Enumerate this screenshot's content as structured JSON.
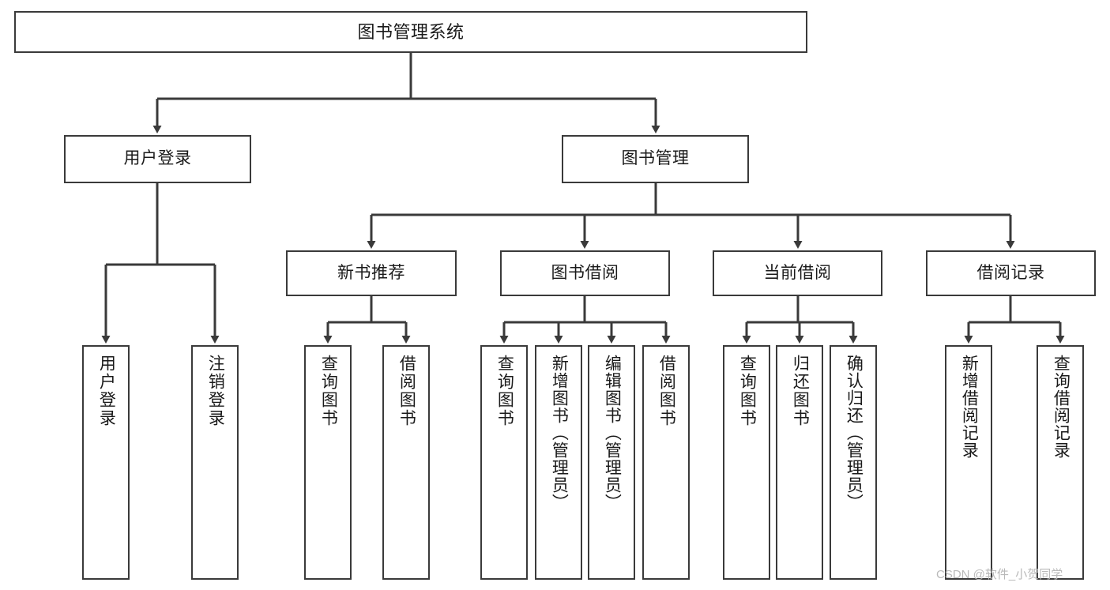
{
  "diagram": {
    "title": "图书管理系统",
    "type": "tree",
    "orientation": "top-down",
    "line_color": "#3a3a3a",
    "box_fill": "#ffffff",
    "text_color": "#1a1a1a"
  },
  "root": {
    "label": "图书管理系统"
  },
  "level2": [
    {
      "label": "用户登录"
    },
    {
      "label": "图书管理"
    }
  ],
  "level3": [
    {
      "label": "新书推荐"
    },
    {
      "label": "图书借阅"
    },
    {
      "label": "当前借阅"
    },
    {
      "label": "借阅记录"
    }
  ],
  "leaves": {
    "user_login": [
      {
        "label": "用户登录"
      },
      {
        "label": "注销登录"
      }
    ],
    "new_book_recommend": [
      {
        "label": "查询图书"
      },
      {
        "label": "借阅图书"
      }
    ],
    "book_borrow": [
      {
        "label": "查询图书"
      },
      {
        "label": "新增图书（管理员）"
      },
      {
        "label": "编辑图书（管理员）"
      },
      {
        "label": "借阅图书"
      }
    ],
    "current_borrow": [
      {
        "label": "查询图书"
      },
      {
        "label": "归还图书"
      },
      {
        "label": "确认归还（管理员）"
      }
    ],
    "borrow_record": [
      {
        "label": "新增借阅记录"
      },
      {
        "label": "查询借阅记录"
      }
    ]
  },
  "watermark": {
    "text": "CSDN @软件_小贺同学"
  }
}
